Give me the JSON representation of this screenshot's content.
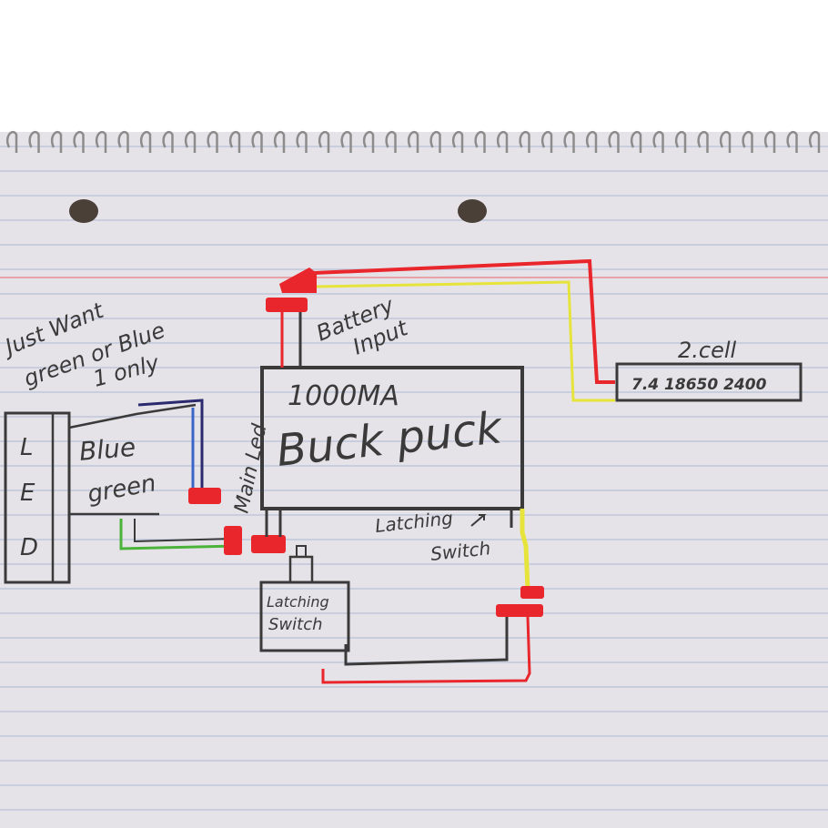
{
  "diagram": {
    "note_lines": [
      "Just Want",
      "green or Blue",
      "1 only"
    ],
    "led": {
      "letters": [
        "L",
        "E",
        "D"
      ],
      "blue_label": "Blue",
      "green_label": "green"
    },
    "main_led_label": "Main Led",
    "battery_input_lines": [
      "Battery",
      "Input"
    ],
    "buck_puck": {
      "rating": "1000MA",
      "name": "Buck puck"
    },
    "battery_pack": {
      "cell_label": "2.cell",
      "spec": "7.4 18650 2400"
    },
    "latching_annotation_lines": [
      "Latching",
      "Switch"
    ],
    "switch_box_lines": [
      "Latching",
      "Switch"
    ],
    "wire_colors": {
      "red": "#e8262b",
      "yellow": "#e6e43a",
      "black": "#2e2e2e",
      "blue": "#3a64c8",
      "navy": "#2c2a6e",
      "green": "#4bb33a",
      "ink": "#3a3a3a"
    }
  }
}
